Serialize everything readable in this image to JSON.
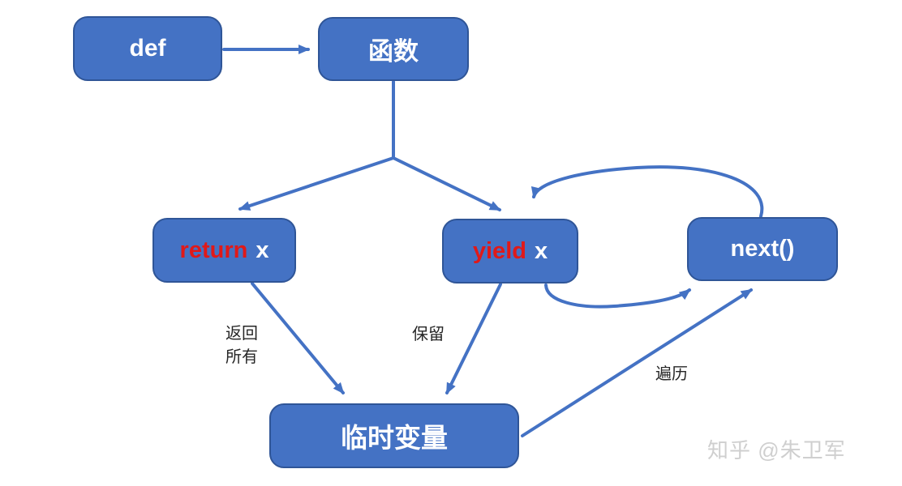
{
  "diagram": {
    "nodes": {
      "def": {
        "label": "def"
      },
      "function": {
        "label": "函数"
      },
      "return": {
        "keyword": "return",
        "var": "x"
      },
      "yield": {
        "keyword": "yield",
        "var": "x"
      },
      "next": {
        "label": "next()"
      },
      "temp": {
        "label": "临时变量"
      }
    },
    "edge_labels": {
      "return_all_line1": "返回",
      "return_all_line2": "所有",
      "keep": "保留",
      "traverse": "遍历"
    },
    "colors": {
      "node_fill": "#4472C4",
      "node_border": "#2F5597",
      "arrow": "#4472C4",
      "keyword_red": "#E01919",
      "label_text": "#262626",
      "watermark": "#cfcfcf"
    },
    "watermark": "知乎 @朱卫军"
  }
}
